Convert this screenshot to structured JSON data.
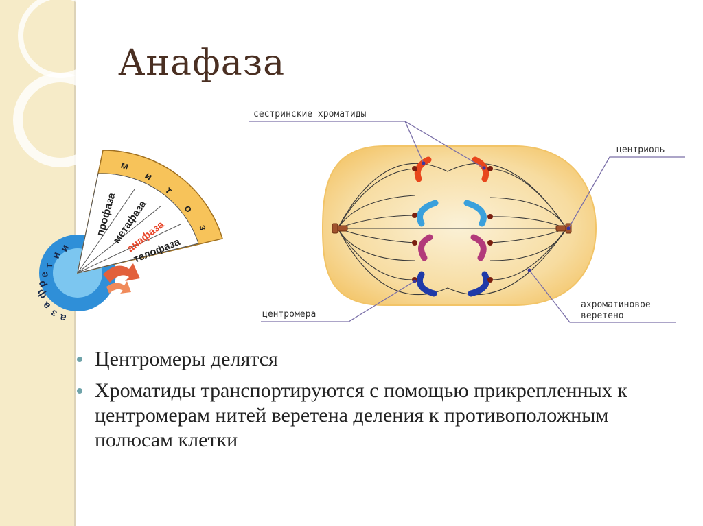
{
  "title": "Анафаза",
  "mitosis_wheel": {
    "mitosis_label_letters": [
      "м",
      "и",
      "т",
      "о",
      "з"
    ],
    "interphase_letters": [
      "и",
      "н",
      "т",
      "е",
      "р",
      "ф",
      "а",
      "з",
      "а"
    ],
    "phases": [
      "профаза",
      "метафаза",
      "анафаза",
      "телофаза"
    ]
  },
  "cell_labels": {
    "sister_chromatids": "сестринские хроматиды",
    "centriole": "центриоль",
    "centromere": "центромера",
    "spindle_line1": "ахроматиновое",
    "spindle_line2": "веретено"
  },
  "bullets": [
    "Центромеры делятся",
    "Хроматиды транспортируются с помощью прикрепленных к центромерам нитей веретена деления к противоположным полюсам клетки"
  ],
  "colors": {
    "title": "#4a2f22",
    "sidebar": "#f6ebc8",
    "cell_fill": "#f8d890",
    "highlight_phase": "#e8462a",
    "bullet": "#6fa3a9"
  }
}
